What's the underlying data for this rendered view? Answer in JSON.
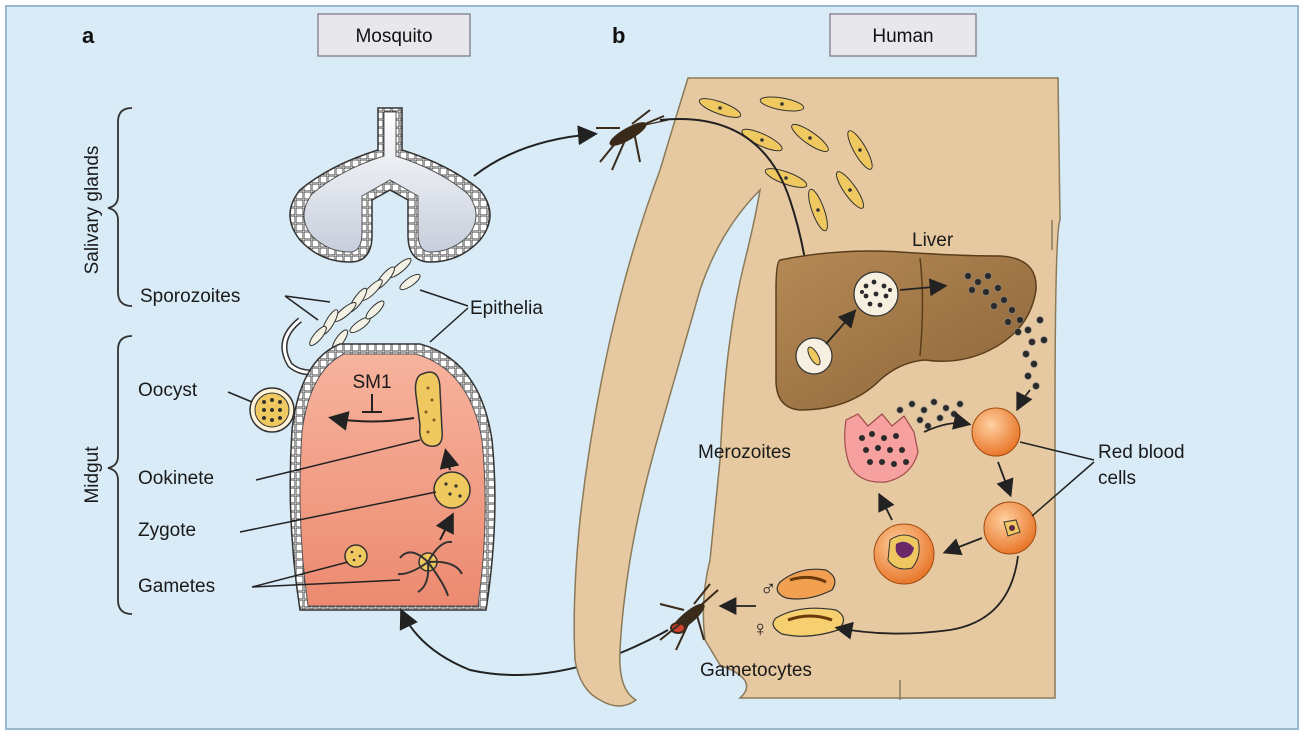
{
  "panels": [
    {
      "letter": "a",
      "title": "Mosquito"
    },
    {
      "letter": "b",
      "title": "Human"
    }
  ],
  "mosquito_labels": {
    "salivary_glands": "Salivary glands",
    "midgut": "Midgut",
    "sporozoites": "Sporozoites",
    "epithelia": "Epithelia",
    "oocyst": "Oocyst",
    "sm1": "SM1",
    "ookinete": "Ookinete",
    "zygote": "Zygote",
    "gametes": "Gametes"
  },
  "human_labels": {
    "liver": "Liver",
    "merozoites": "Merozoites",
    "red_blood_cells_line1": "Red blood",
    "red_blood_cells_line2": "cells",
    "gametocytes": "Gametocytes",
    "male_symbol": "♂",
    "female_symbol": "♀"
  },
  "colors": {
    "background": "#d8ebf6",
    "frame_border": "#9ab9cf",
    "body": "#e6c9a0",
    "body_outline": "#8a7a5a",
    "midgut": "#f0a08a",
    "gland": "#e8ecf2",
    "liver": "#a8804e",
    "rbc": "#f4a050",
    "sporozoite": "#f0c860"
  }
}
